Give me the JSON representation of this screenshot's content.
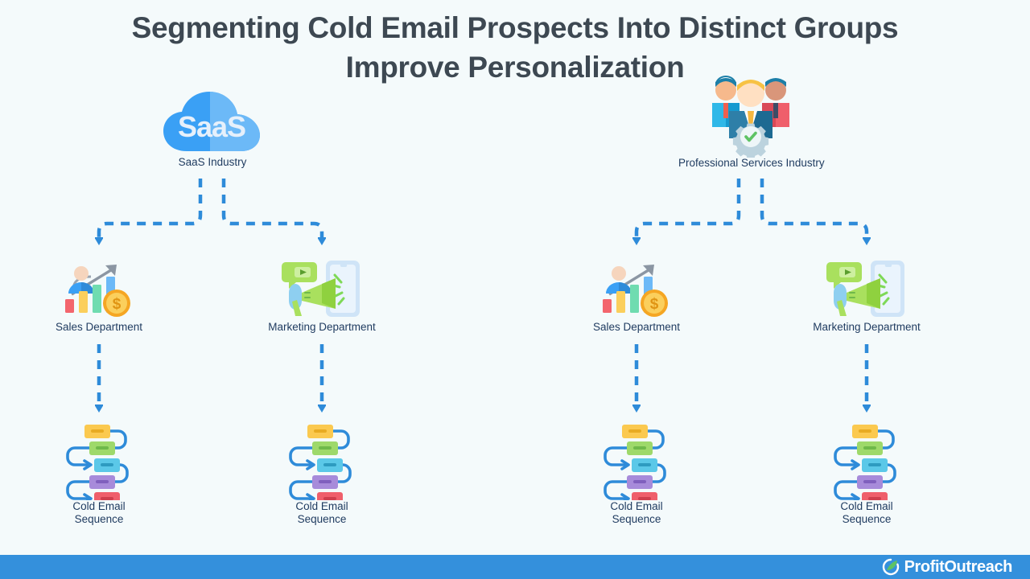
{
  "page": {
    "background_color": "#f4fafb",
    "title_color": "#3d4852",
    "caption_color": "#1e3a5f",
    "connector_color": "#2e8bd9",
    "footer_color": "#3490dc"
  },
  "header": {
    "title_line1": "Segmenting Cold Email Prospects Into Distinct Groups",
    "title_line2": "Improve Personalization"
  },
  "diagram": {
    "industries": [
      {
        "id": "saas",
        "label": "SaaS Industry",
        "icon": "saas-cloud-icon",
        "badge_text": "SaaS"
      },
      {
        "id": "professional-services",
        "label": "Professional Services Industry",
        "icon": "people-gear-check-icon"
      }
    ],
    "departments": [
      {
        "id": "saas-sales",
        "label": "Sales Department",
        "icon": "sales-growth-chart-icon",
        "industry": "saas"
      },
      {
        "id": "saas-marketing",
        "label": "Marketing Department",
        "icon": "marketing-megaphone-icon",
        "industry": "saas"
      },
      {
        "id": "ps-sales",
        "label": "Sales Department",
        "icon": "sales-growth-chart-icon",
        "industry": "professional-services"
      },
      {
        "id": "ps-marketing",
        "label": "Marketing Department",
        "icon": "marketing-megaphone-icon",
        "industry": "professional-services"
      }
    ],
    "sequences": [
      {
        "id": "saas-sales-sequence",
        "label_line1": "Cold Email",
        "label_line2": "Sequence",
        "icon": "email-sequence-flow-icon"
      },
      {
        "id": "saas-marketing-sequence",
        "label_line1": "Cold Email",
        "label_line2": "Sequence",
        "icon": "email-sequence-flow-icon"
      },
      {
        "id": "ps-sales-sequence",
        "label_line1": "Cold Email",
        "label_line2": "Sequence",
        "icon": "email-sequence-flow-icon"
      },
      {
        "id": "ps-marketing-sequence",
        "label_line1": "Cold Email",
        "label_line2": "Sequence",
        "icon": "email-sequence-flow-icon"
      }
    ],
    "sequence_card_colors": [
      "#f9c council",
      "#a5d66f",
      "#5bc8e8",
      "#a78bda",
      "#ef5f6b"
    ]
  },
  "footer": {
    "logo_text": "ProfitOutreach",
    "logo_icon": "profitoutreach-leaf-circle-icon"
  }
}
